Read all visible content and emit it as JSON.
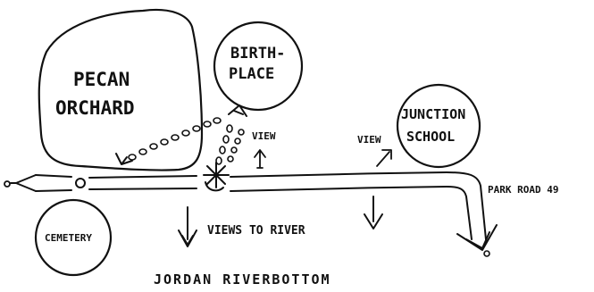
{
  "labels": {
    "pecan_1": "PECAN",
    "pecan_2": "ORCHARD",
    "birth_1": "BIRTH-",
    "birth_2": "PLACE",
    "junction_1": "JUNCTION",
    "junction_2": "SCHOOL",
    "cemetery": "CEMETERY",
    "view_left": "VIEW",
    "view_right": "VIEW",
    "views_to_river": "VIEWS TO RIVER",
    "park_road": "PARK ROAD 49",
    "jordan": "JORDAN RIVERBOTTOM"
  },
  "colors": {
    "ink": "#111111",
    "paper": "#ffffff"
  },
  "icons": [
    "arrow-up-icon",
    "arrow-down-icon",
    "arrow-diagonal-icon",
    "asterisk-junction-icon"
  ]
}
